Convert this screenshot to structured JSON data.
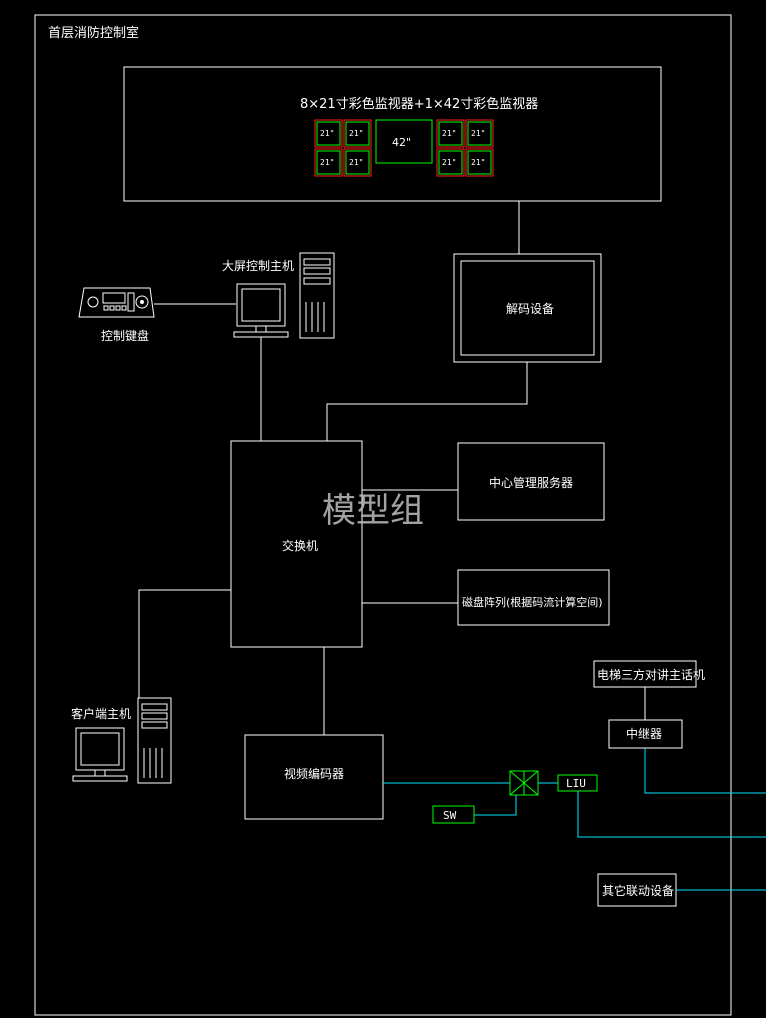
{
  "frame": {
    "title": "首层消防控制室"
  },
  "video_wall": {
    "title": "8×21寸彩色监视器+1×42寸彩色监视器",
    "small_label": "21\"",
    "large_label": "42\""
  },
  "nodes": {
    "big_screen_host": "大屏控制主机",
    "control_keyboard": "控制键盘",
    "decoder": "解码设备",
    "switch": "交换机",
    "central_server": "中心管理服务器",
    "disk_array": "磁盘阵列(根据码流计算空间)",
    "client_host": "客户端主机",
    "video_encoder": "视频编码器",
    "sw": "SW",
    "liu": "LIU",
    "elevator_intercom": "电梯三方对讲主话机",
    "repeater": "中继器",
    "other_linkage": "其它联动设备"
  },
  "watermark": "模型组",
  "colors": {
    "line": "#ffffff",
    "green": "#00ff00",
    "red": "#ff2020",
    "cyan": "#00e5ff",
    "gray": "#9a9a9a"
  }
}
